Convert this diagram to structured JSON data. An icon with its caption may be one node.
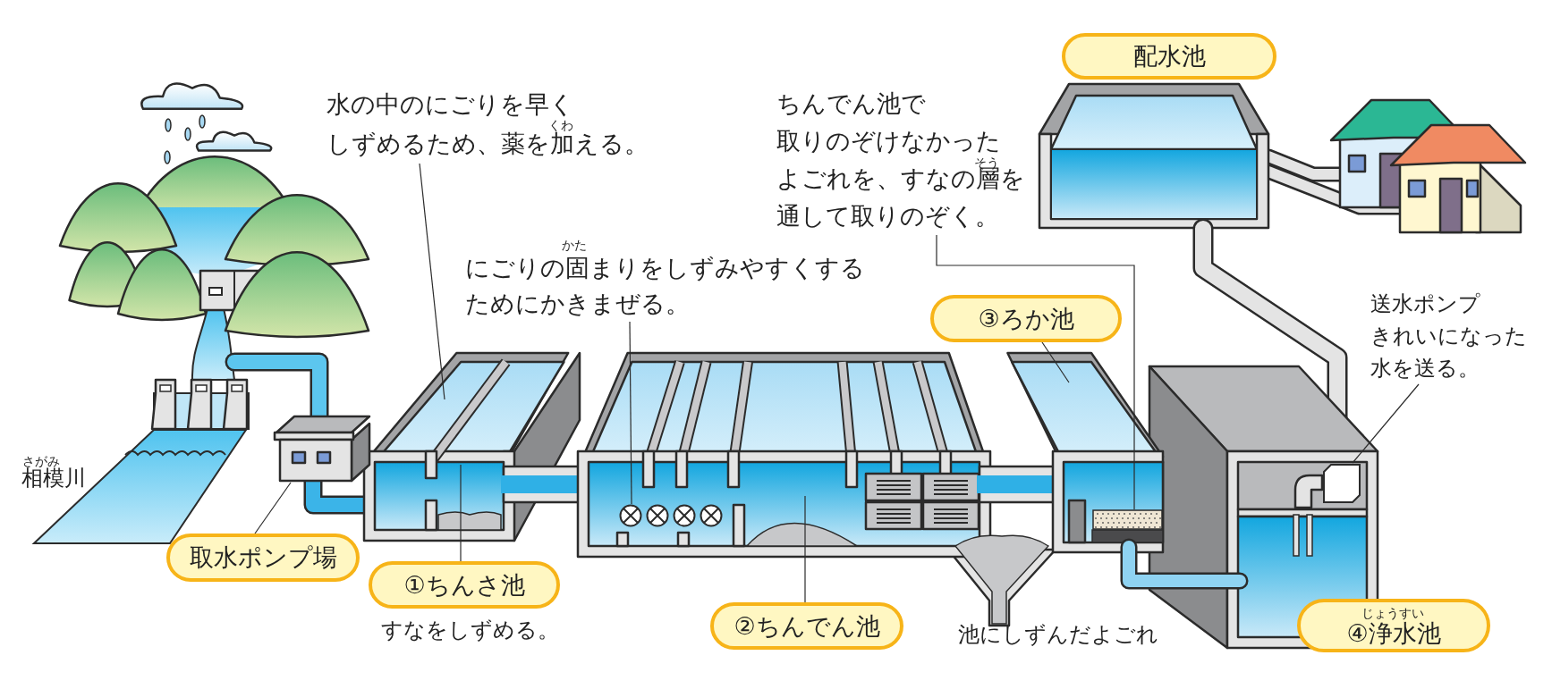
{
  "diagram": {
    "nodes": [
      {
        "text": [
          "配水池"
        ]
      },
      {
        "text": [
          "水の中のにごりを早くしずめるため、薬を加える。"
        ]
      },
      {
        "text": [
          "ちんでん池で取りのぞけなかったよごれを、すなの層を通して取りのぞく。"
        ]
      },
      {
        "text": [
          "にごりの固まりをしずみやすくするためにかきまぜる。"
        ]
      },
      {
        "text": [
          "送水ポンプ",
          "きれいになった水を送る。"
        ]
      },
      {
        "text": [
          "③ろか池"
        ]
      },
      {
        "text": [
          "取水ポンプ場"
        ]
      },
      {
        "text": [
          "①ちんさ池"
        ],
        "beside": [
          "すなをしずめる。"
        ]
      },
      {
        "text": [
          "②ちんでん池"
        ]
      },
      {
        "text": [
          "④浄水池"
        ]
      },
      {
        "text": [],
        "shape": "picture"
      },
      {
        "text": [],
        "shape": "picture"
      },
      {
        "text": [],
        "shape": "bar"
      },
      {
        "text": [],
        "shape": "box"
      }
    ],
    "edges": [
      {
        "from": 6,
        "to": 10,
        "arrow": "none"
      },
      {
        "from": 1,
        "to": null,
        "arrow": "none"
      },
      {
        "from": 3,
        "to": 11,
        "arrow": "none"
      },
      {
        "from": 7,
        "to": null,
        "arrow": "none"
      },
      {
        "from": 8,
        "to": null,
        "arrow": "none"
      },
      {
        "from": 5,
        "to": null,
        "arrow": "none"
      },
      {
        "from": 2,
        "to": 12,
        "arrow": "none"
      },
      {
        "from": 4,
        "to": 13,
        "arrow": "none"
      }
    ],
    "labels": [
      "くわ",
      "そう",
      "かた",
      "さがみ",
      "相模川",
      "じょうすい",
      "池にしずんだよごれ"
    ]
  }
}
